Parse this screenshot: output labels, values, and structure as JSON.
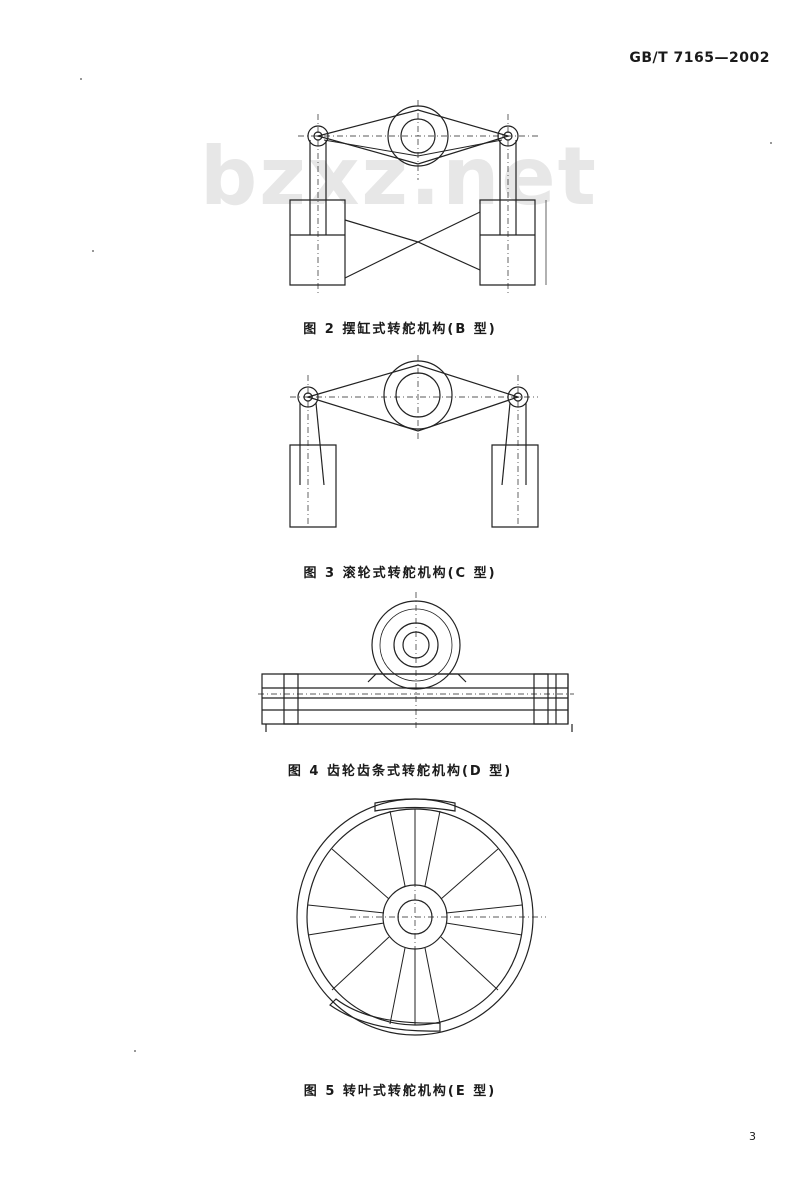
{
  "header": {
    "standard_code": "GB/T 7165—2002"
  },
  "watermark": {
    "text": "bzxz.net"
  },
  "figures": [
    {
      "caption": "图 2  摆缸式转舵机构(B 型)"
    },
    {
      "caption": "图 3  滚轮式转舵机构(C 型)"
    },
    {
      "caption": "图 4  齿轮齿条式转舵机构(D 型)"
    },
    {
      "caption": "图 5  转叶式转舵机构(E 型)"
    }
  ],
  "footer": {
    "page_number": "3"
  }
}
